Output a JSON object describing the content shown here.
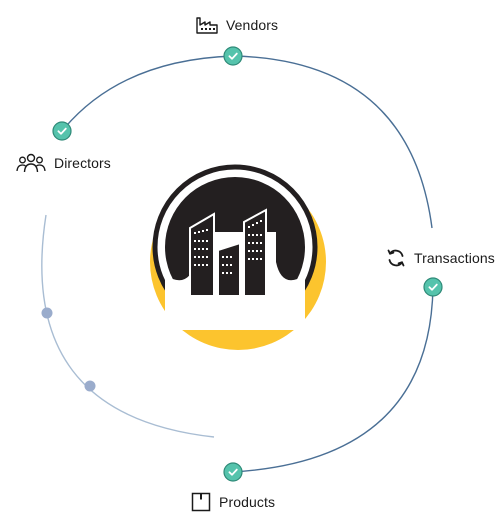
{
  "nodes": [
    {
      "key": "vendors",
      "label": "Vendors",
      "icon": "factory-icon",
      "status": "checked"
    },
    {
      "key": "directors",
      "label": "Directors",
      "icon": "people-group-icon",
      "status": "checked"
    },
    {
      "key": "transactions",
      "label": "Transactions",
      "icon": "refresh-icon",
      "status": "checked"
    },
    {
      "key": "products",
      "label": "Products",
      "icon": "box-icon",
      "status": "checked"
    }
  ],
  "pending_steps": 2,
  "center": {
    "icon": "city-buildings-icon"
  },
  "colors": {
    "check_fill": "#55c3ac",
    "check_stroke": "#2f8a78",
    "arc_active": "#4a6f95",
    "arc_inactive": "#a9bdd3",
    "pending_dot": "#9aaccc",
    "logo_dark": "#231f20",
    "logo_accent": "#fcc42e"
  }
}
